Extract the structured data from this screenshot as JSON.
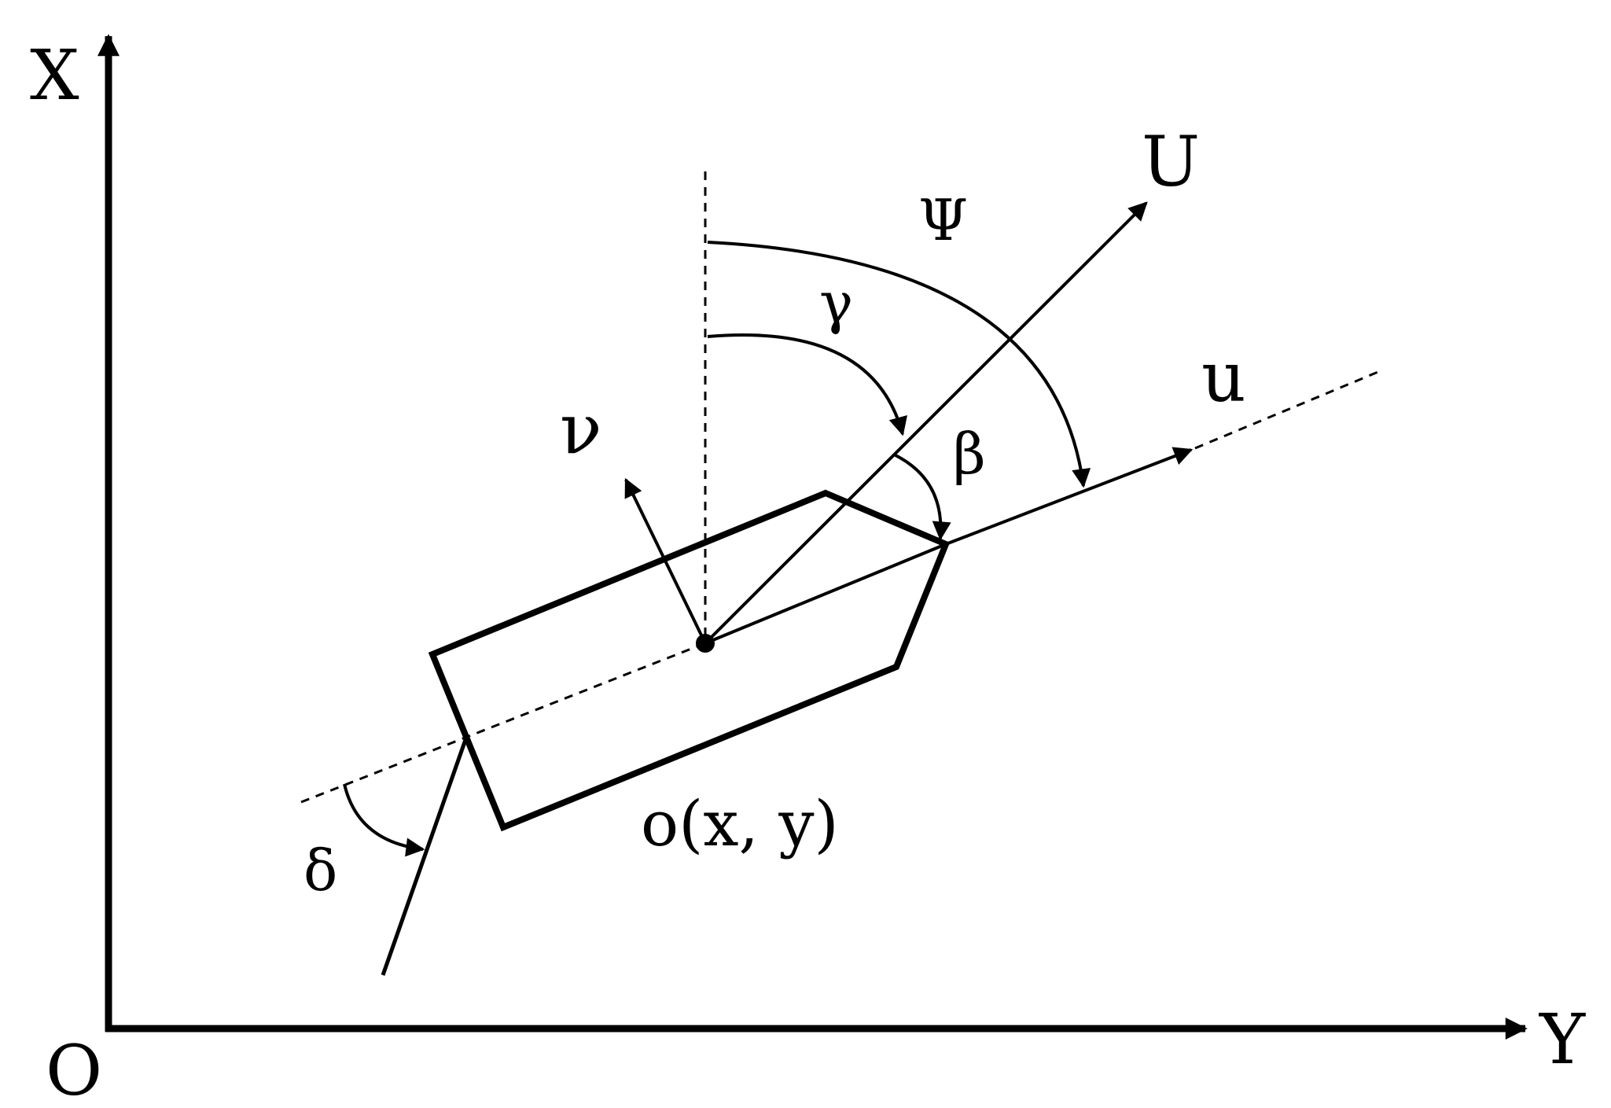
{
  "diagram": {
    "axes": {
      "vertical_label": "X",
      "horizontal_label": "Y",
      "origin_label": "O"
    },
    "vectors": {
      "U_label": "U",
      "u_label": "u",
      "v_label": "ν"
    },
    "angles": {
      "psi_label": "Ψ",
      "gamma_label": "γ",
      "beta_label": "β",
      "delta_label": "δ"
    },
    "position_label": "o(x, y)",
    "line_color": "#000000",
    "background_color": "#ffffff"
  }
}
